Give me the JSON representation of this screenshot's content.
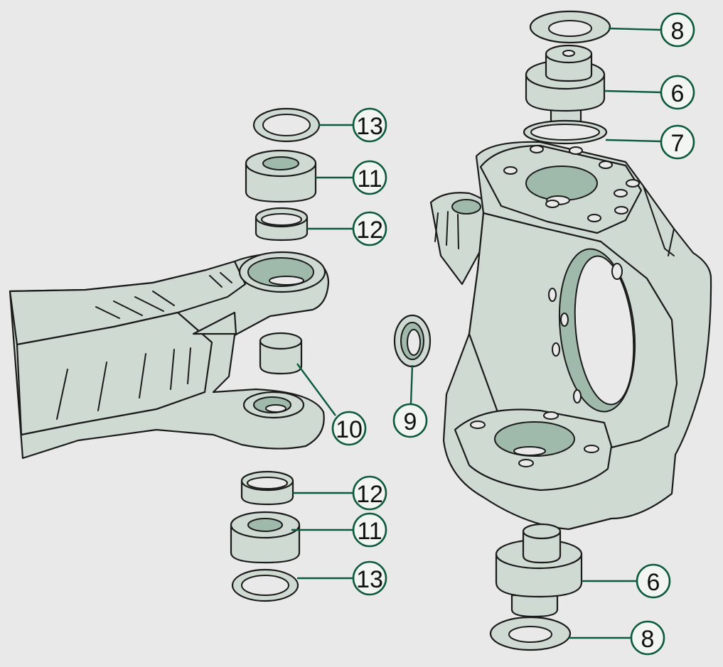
{
  "colors": {
    "background": "#e9e9e9",
    "part_fill": "#cfdad2",
    "part_inner": "#9fb9ab",
    "outline": "#1b1b1b",
    "callout_line": "#0c5a3e"
  },
  "callouts": [
    {
      "id": "c8-top",
      "label": "8"
    },
    {
      "id": "c6-top",
      "label": "6"
    },
    {
      "id": "c7",
      "label": "7"
    },
    {
      "id": "c13-top",
      "label": "13"
    },
    {
      "id": "c11-top",
      "label": "11"
    },
    {
      "id": "c12-top",
      "label": "12"
    },
    {
      "id": "c9",
      "label": "9"
    },
    {
      "id": "c10",
      "label": "10"
    },
    {
      "id": "c12-bottom",
      "label": "12"
    },
    {
      "id": "c11-bottom",
      "label": "11"
    },
    {
      "id": "c13-bottom",
      "label": "13"
    },
    {
      "id": "c6-bottom",
      "label": "6"
    },
    {
      "id": "c8-bottom",
      "label": "8"
    }
  ]
}
